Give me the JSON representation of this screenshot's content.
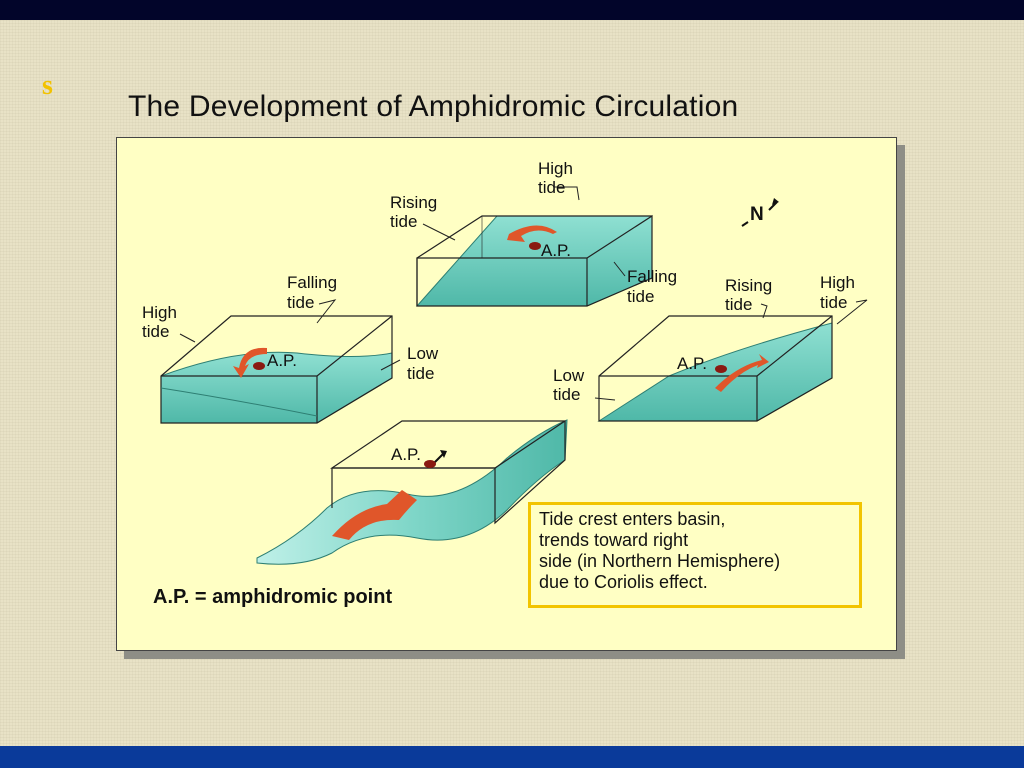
{
  "slide": {
    "marker": "s"
  },
  "title": "The Development of Amphidromic Circulation",
  "compass": "N",
  "basins": {
    "top": {
      "rising": [
        "Rising",
        "tide"
      ],
      "high": [
        "High",
        "tide"
      ],
      "falling": [
        "Falling",
        "tide"
      ],
      "ap": "A.P."
    },
    "left": {
      "high": [
        "High",
        "tide"
      ],
      "falling": [
        "Falling",
        "tide"
      ],
      "low": [
        "Low",
        "tide"
      ],
      "ap": "A.P."
    },
    "right": {
      "rising": [
        "Rising",
        "tide"
      ],
      "high": [
        "High",
        "tide"
      ],
      "low": [
        "Low",
        "tide"
      ],
      "ap": "A.P."
    },
    "bottom": {
      "ap": "A.P."
    }
  },
  "legend": "A.P. = amphidromic point",
  "callout": [
    "Tide crest enters basin,",
    "trends toward right",
    "side (in Northern Hemisphere)",
    "due to Coriolis effect."
  ],
  "colors": {
    "water": "#6fcfbf",
    "water_dark": "#3aa595",
    "arrow": "#e0562a",
    "callout_border": "#f2c400"
  }
}
